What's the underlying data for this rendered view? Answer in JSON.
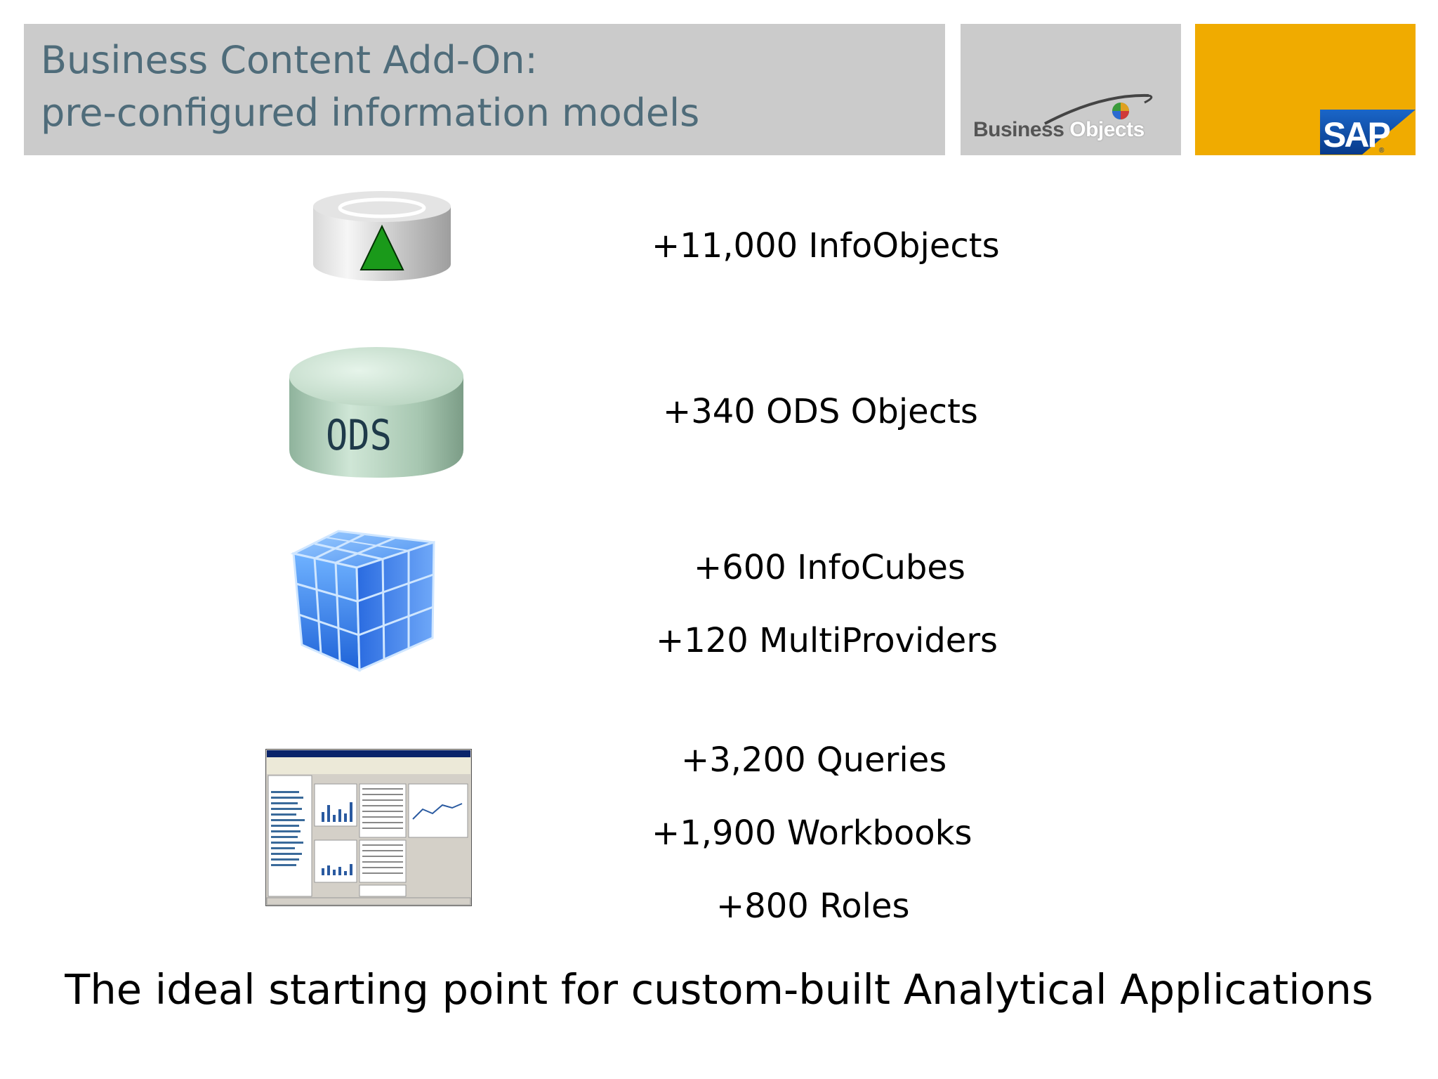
{
  "header": {
    "title_line1": "Business Content Add-On:",
    "title_line2": "pre-configured information models",
    "title_color": "#4f6c7a",
    "band_color": "#cbcbcb"
  },
  "logos": {
    "business_objects": {
      "word1": "Business",
      "word2": "Objects"
    },
    "sap": {
      "text": "SAP",
      "accent_color": "#f0ab00",
      "logo_color": "#0a3b8c"
    }
  },
  "rows": [
    {
      "icon": "infoobject-cylinder-icon",
      "stats": [
        "+11,000 InfoObjects"
      ]
    },
    {
      "icon": "ods-database-icon",
      "icon_label": "ODS",
      "stats": [
        "+340 ODS Objects"
      ]
    },
    {
      "icon": "infocube-icon",
      "stats": [
        "+600 InfoCubes",
        "+120 MultiProviders"
      ]
    },
    {
      "icon": "query-screenshot-icon",
      "stats": [
        "+3,200 Queries",
        "+1,900 Workbooks",
        "+800 Roles"
      ]
    }
  ],
  "footer": {
    "tagline": "The ideal starting point for custom-built Analytical Applications"
  }
}
